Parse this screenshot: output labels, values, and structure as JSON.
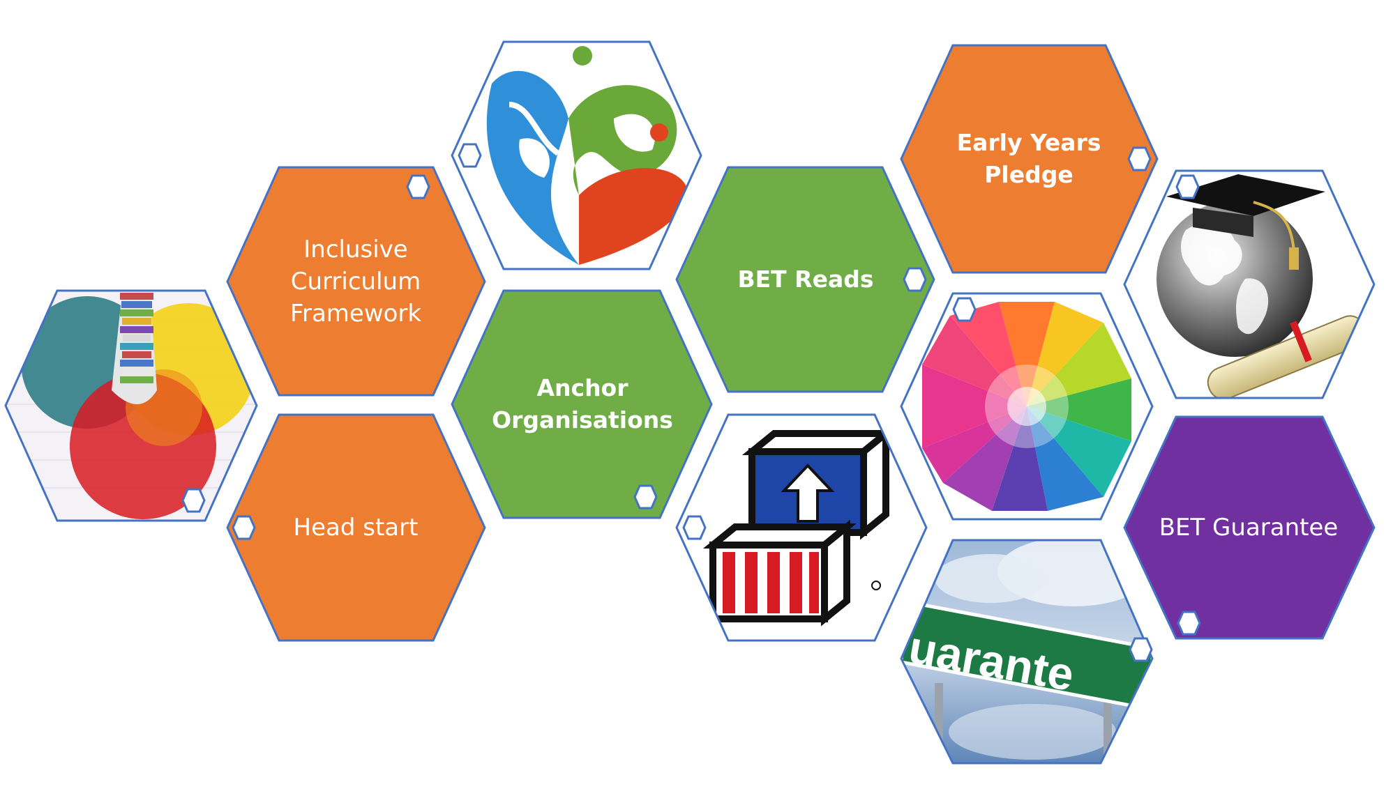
{
  "colors": {
    "orange": "#ED7D31",
    "green": "#70AD47",
    "purple": "#7030A0",
    "outline": "#4472C4",
    "white": "#FFFFFF"
  },
  "tiles": {
    "venn_books": {
      "kind": "image",
      "icon": "venn-books-icon"
    },
    "inclusive_curriculum": {
      "kind": "text",
      "label": "Inclusive\nCurriculum\nFramework"
    },
    "head_start": {
      "kind": "text",
      "label": "Head start"
    },
    "heart_people": {
      "kind": "image",
      "icon": "heart-people-logo-icon"
    },
    "anchor_organisations": {
      "kind": "text",
      "label": "Anchor\nOrganisations"
    },
    "bet_reads": {
      "kind": "text",
      "label": "BET Reads"
    },
    "blocks": {
      "kind": "image",
      "icon": "head-start-blocks-logo-icon"
    },
    "early_years_pledge": {
      "kind": "text",
      "label": "Early Years\nPledge"
    },
    "flower": {
      "kind": "image",
      "icon": "rainbow-flower-icon"
    },
    "guarantee_sign": {
      "kind": "image",
      "icon": "guarantee-road-sign-icon",
      "sign_text": "uarante"
    },
    "graduation_globe": {
      "kind": "image",
      "icon": "graduation-globe-icon"
    },
    "bet_guarantee": {
      "kind": "text",
      "label": "BET Guarantee"
    }
  }
}
